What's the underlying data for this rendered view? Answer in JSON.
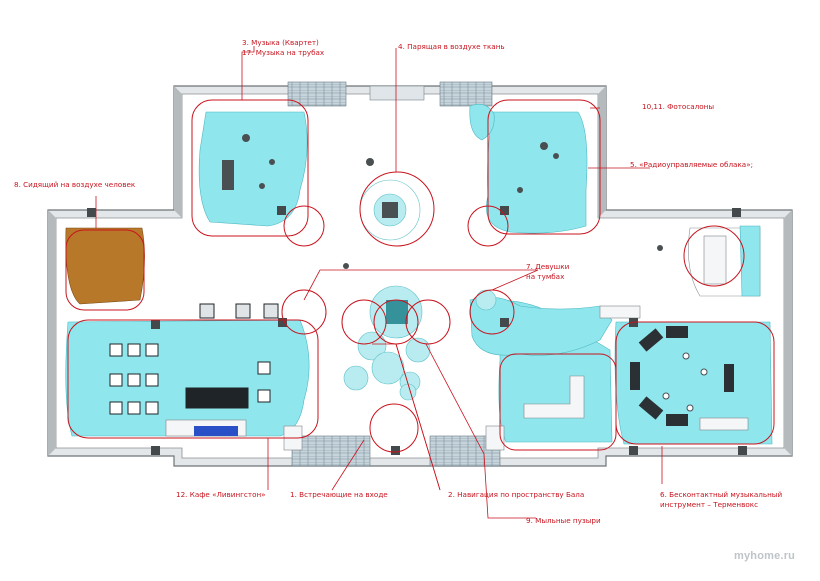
{
  "labels": {
    "music_quartet": "3. Музыка (Квартет)",
    "music_pipes": "17. Музыка на трубах",
    "floating_fabric": "4. Парящая в воздухе ткань",
    "photo_salons": "10,11. Фотосалоны",
    "radio_clouds": "5. «Радиоуправляемые облака»;",
    "sitting_man": "8. Сидящий на воздухе человек",
    "girls_pedestals_1": "7. Девушки",
    "girls_pedestals_2": "на тумбах",
    "cafe": "12. Кафе «Ливингстон»",
    "greeters": "1. Встречающие на входе",
    "navigation": "2. Навигация по пространству Бала",
    "soap_bubbles": "9. Мыльные пузыри",
    "theremin_1": "6. Бесконтактный музыкальный",
    "theremin_2": "инструмент – Терменвокс"
  },
  "watermark": "myhome.ru",
  "colors": {
    "accent_red": "#c8141e",
    "zone_cyan": "#8fe6ec",
    "wall": "#9aa0a4",
    "floor": "#ffffff"
  }
}
